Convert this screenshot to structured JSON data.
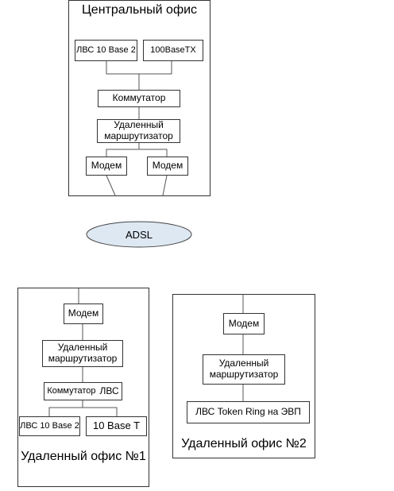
{
  "central_office": {
    "title": "Центральный офис",
    "lan_10base2": "ЛВС 10 Base 2",
    "lan_100basetx": "100BaseTX",
    "switch": "Коммутатор",
    "router_line1": "Удаленный",
    "router_line2": "маршрутизатор",
    "modem_left": "Модем",
    "modem_right": "Модем"
  },
  "adsl": {
    "label": "ADSL"
  },
  "remote_office_1": {
    "title": "Удаленный офис №1",
    "modem": "Модем",
    "router_line1": "Удаленный",
    "router_line2": "маршрутизатор",
    "switch_part1": "Коммутатор",
    "switch_part2": "ЛВС",
    "lan_10base2": "ЛВС 10 Base 2",
    "lan_10baset": "10 Base T"
  },
  "remote_office_2": {
    "title": "Удаленный офис №2",
    "modem": "Модем",
    "router_line1": "Удаленный",
    "router_line2": "маршрутизатор",
    "lan_token_ring": "ЛВС Token Ring на ЭВП"
  },
  "colors": {
    "cloud_fill": "#dde8f3",
    "line": "#333333"
  }
}
